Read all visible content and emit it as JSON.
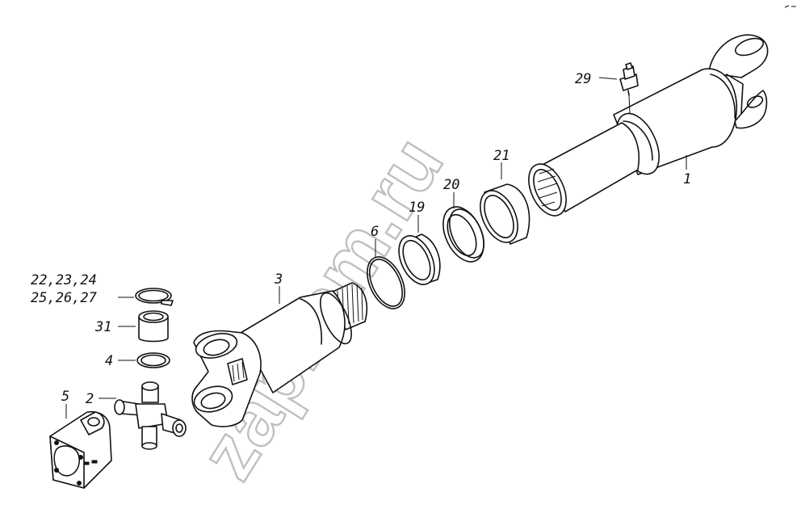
{
  "labels": {
    "p1": "1",
    "p2": "2",
    "p3": "3",
    "p4": "4",
    "p5": "5",
    "p6": "6",
    "p19": "19",
    "p20": "20",
    "p21": "21",
    "p29": "29",
    "p31": "31",
    "group_a": "22,23,24",
    "group_b": "25,26,27"
  },
  "watermark": "zapkam.ru",
  "colors": {
    "line": "#111111",
    "watermark": "#bfbfbf",
    "background": "#ffffff"
  }
}
